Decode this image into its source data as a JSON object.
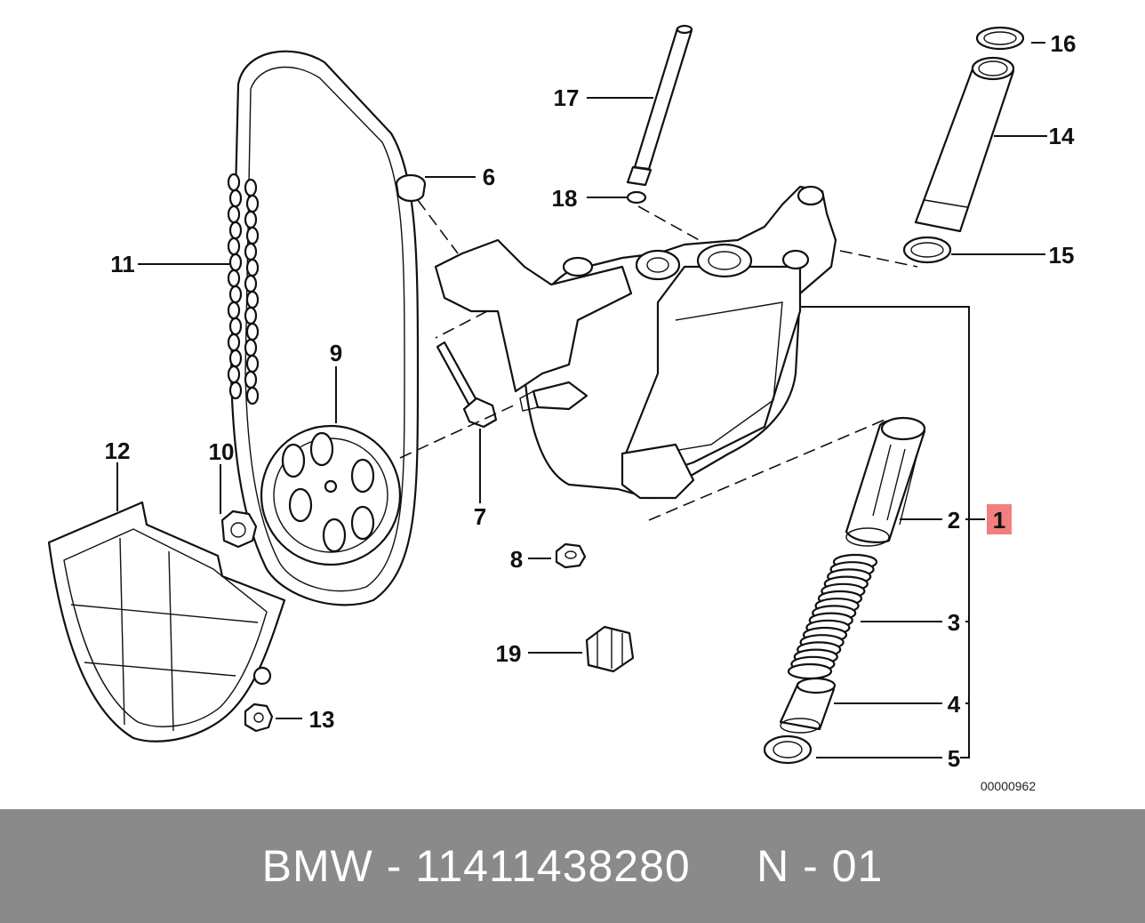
{
  "diagram": {
    "callouts": [
      {
        "id": "c1",
        "text": "1",
        "highlight": "#f08080"
      },
      {
        "id": "c2",
        "text": "2"
      },
      {
        "id": "c3",
        "text": "3"
      },
      {
        "id": "c4",
        "text": "4"
      },
      {
        "id": "c5",
        "text": "5"
      },
      {
        "id": "c6",
        "text": "6"
      },
      {
        "id": "c7",
        "text": "7"
      },
      {
        "id": "c8",
        "text": "8"
      },
      {
        "id": "c9",
        "text": "9"
      },
      {
        "id": "c10",
        "text": "10"
      },
      {
        "id": "c11",
        "text": "11"
      },
      {
        "id": "c12",
        "text": "12"
      },
      {
        "id": "c13",
        "text": "13"
      },
      {
        "id": "c14",
        "text": "14"
      },
      {
        "id": "c15",
        "text": "15"
      },
      {
        "id": "c16",
        "text": "16"
      },
      {
        "id": "c17",
        "text": "17"
      },
      {
        "id": "c18",
        "text": "18"
      },
      {
        "id": "c19",
        "text": "19"
      }
    ],
    "reference_number": "00000962"
  },
  "footer": {
    "label": "BMW - 11411438280     N - 01",
    "background": "#8a8a8a",
    "text_color": "#ffffff"
  }
}
